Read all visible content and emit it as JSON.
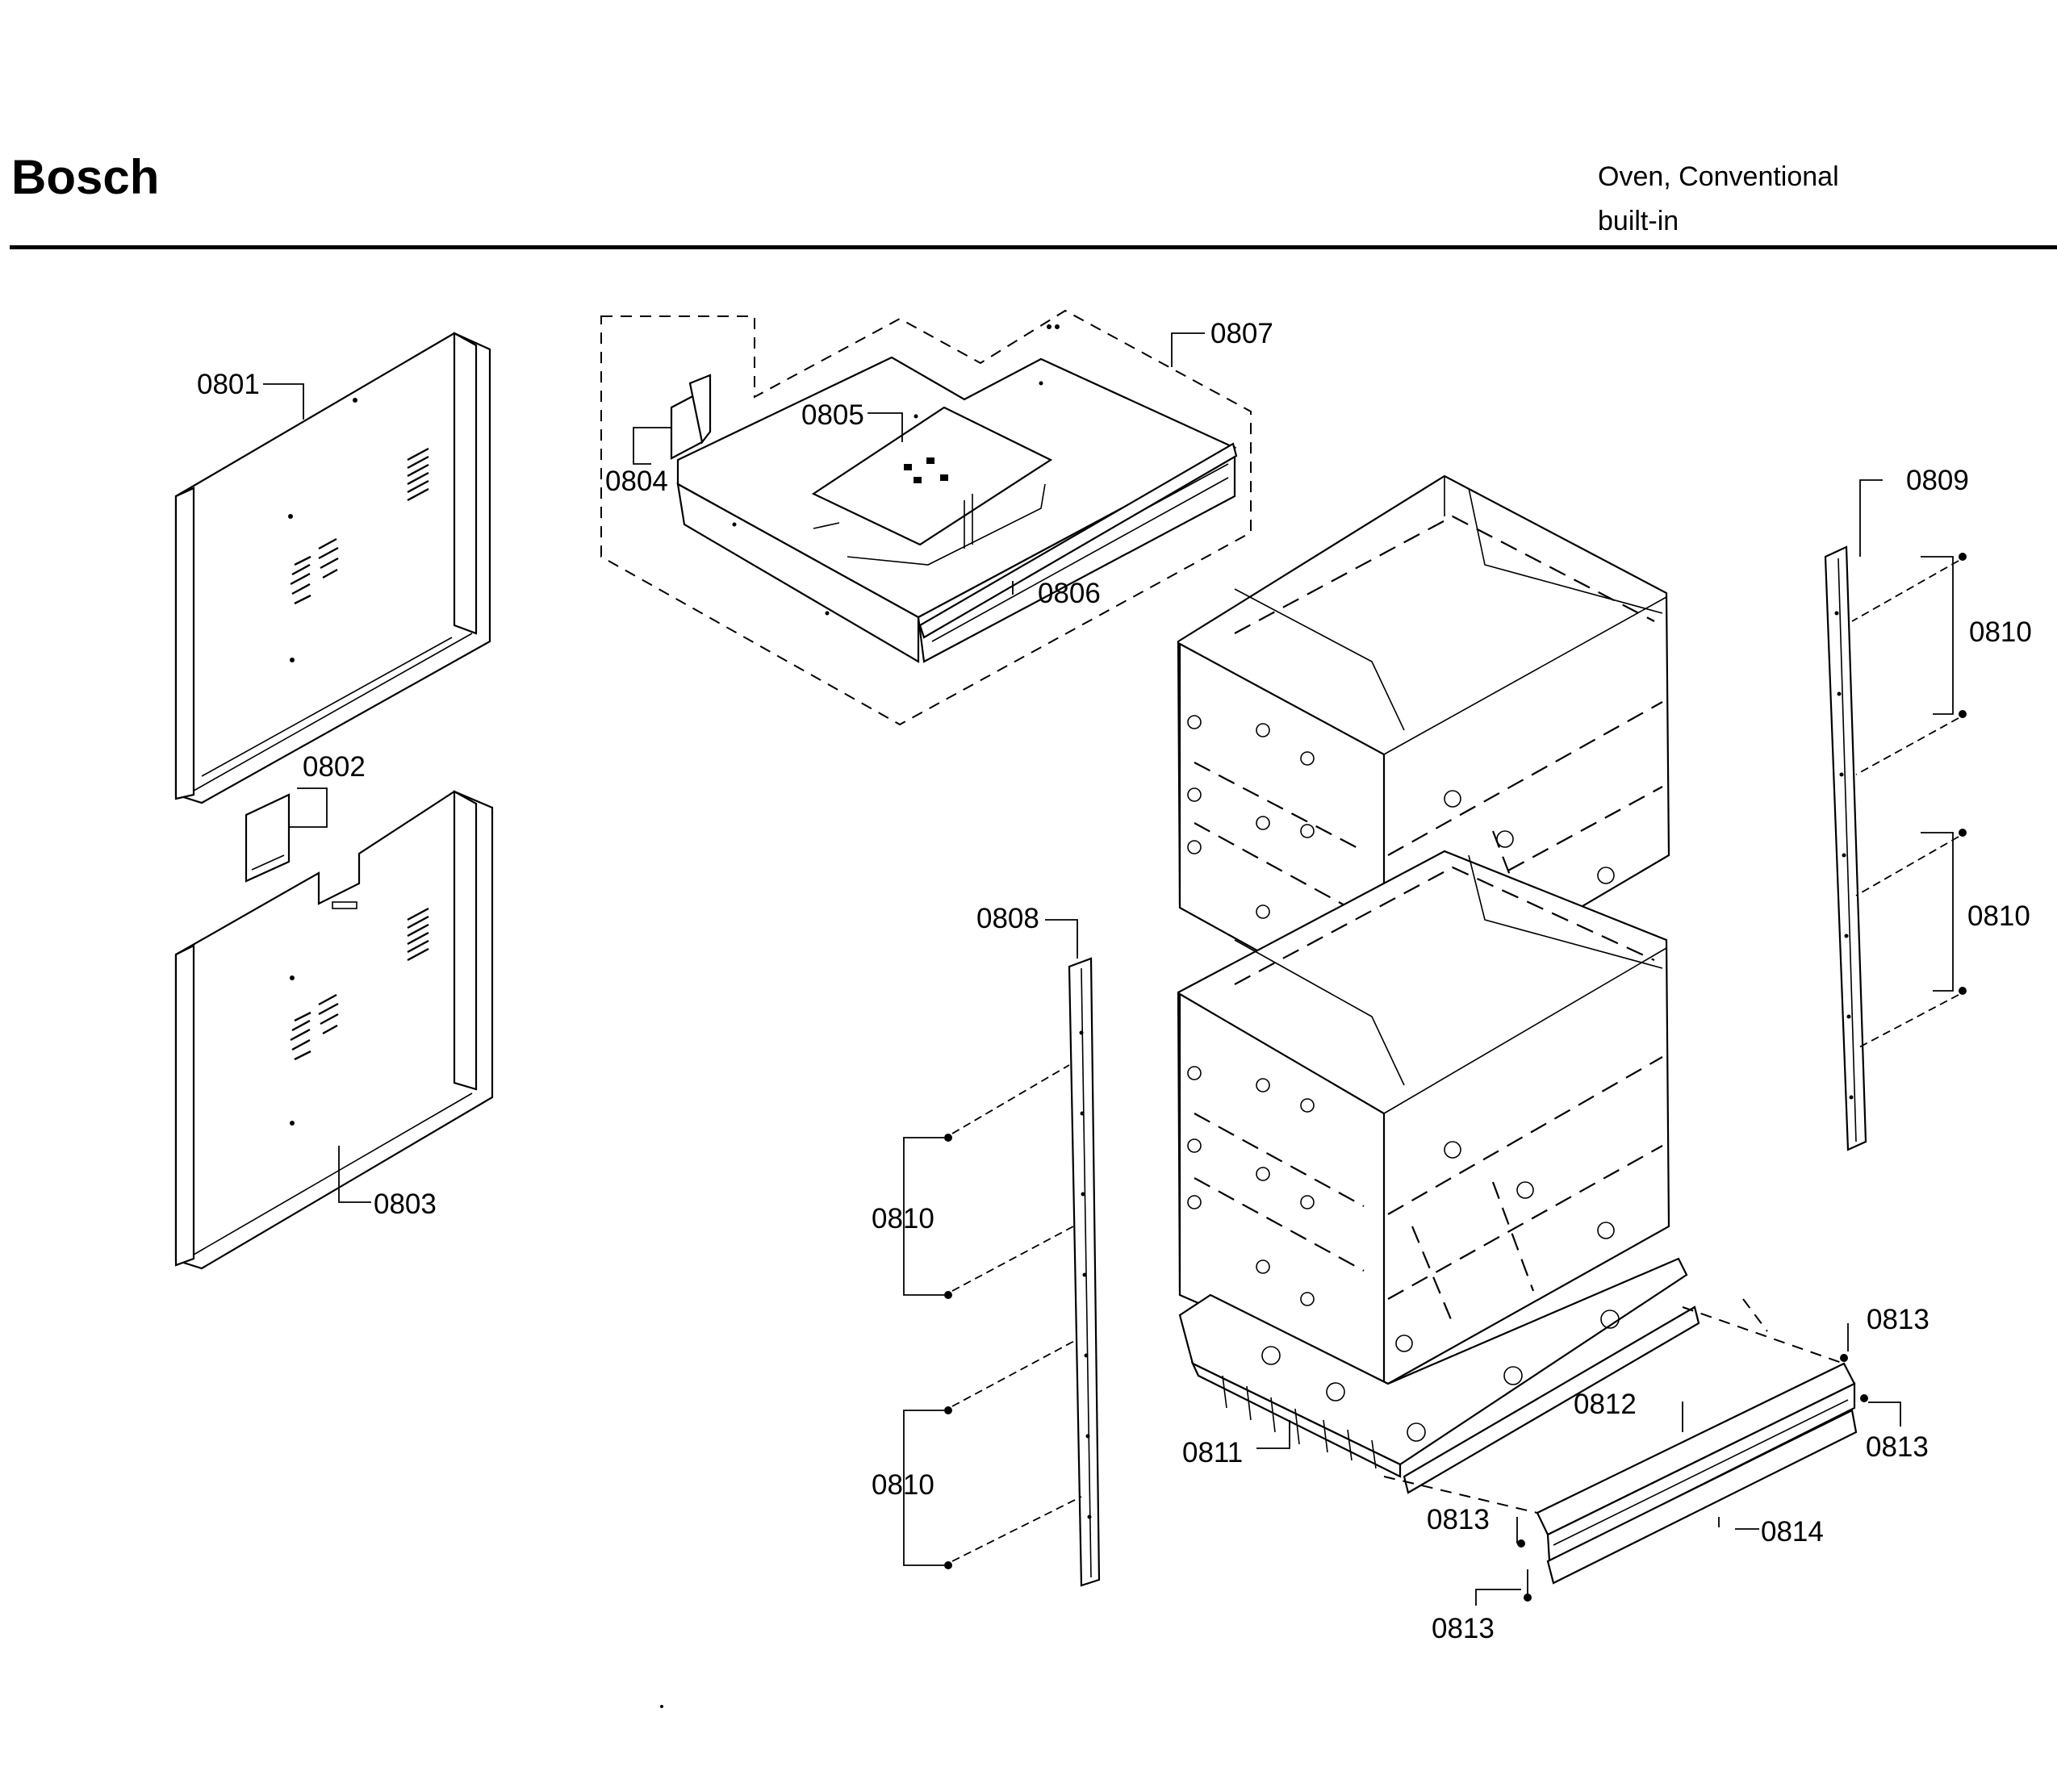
{
  "header": {
    "brand": "Bosch",
    "product_line1": "Oven, Conventional",
    "product_line2": "built-in"
  },
  "callouts": {
    "c0801": "0801",
    "c0802": "0802",
    "c0803": "0803",
    "c0804": "0804",
    "c0805": "0805",
    "c0806": "0806",
    "c0807": "0807",
    "c0808": "0808",
    "c0809": "0809",
    "c0810_a": "0810",
    "c0810_b": "0810",
    "c0810_c": "0810",
    "c0810_d": "0810",
    "c0811": "0811",
    "c0812": "0812",
    "c0813_a": "0813",
    "c0813_b": "0813",
    "c0813_c": "0813",
    "c0813_d": "0813",
    "c0814": "0814"
  }
}
